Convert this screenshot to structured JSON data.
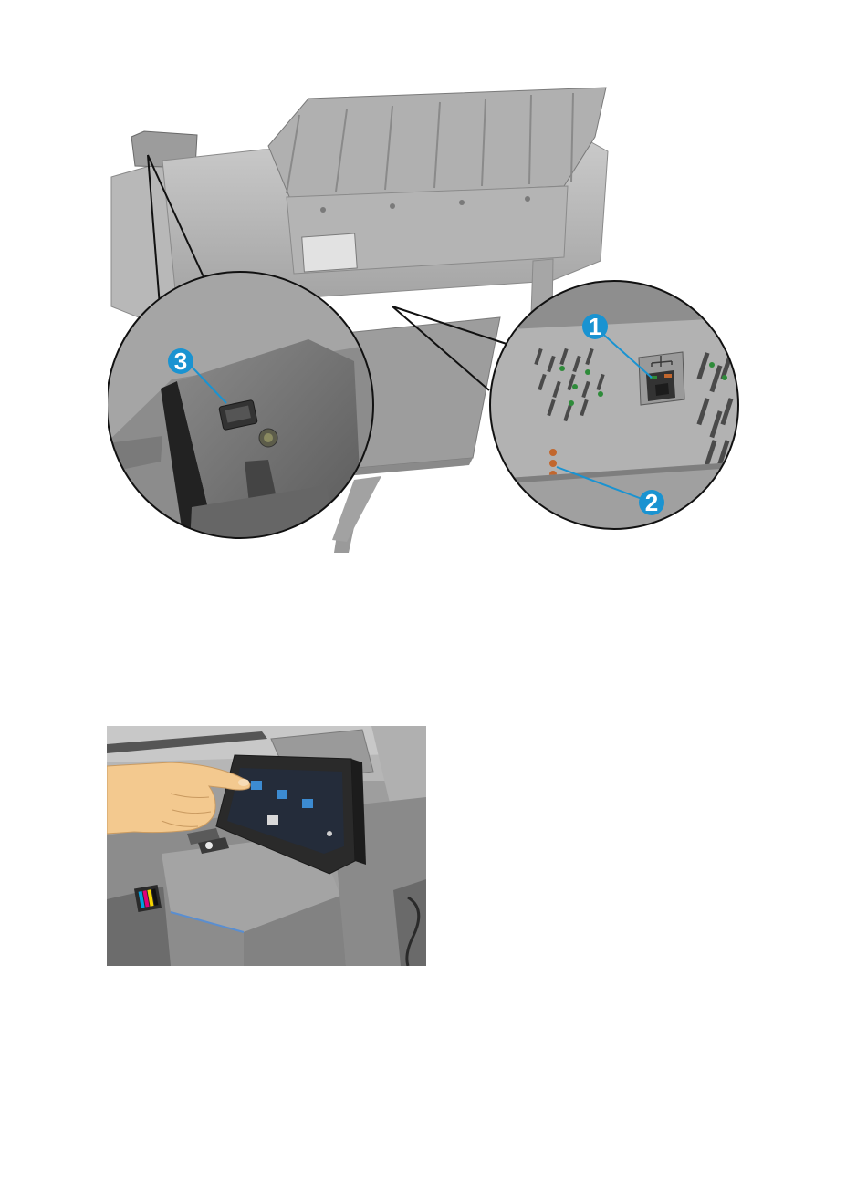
{
  "figures": {
    "rear_view": {
      "callouts": [
        {
          "number": "1",
          "target": "ethernet-port"
        },
        {
          "number": "2",
          "target": "status-leds"
        },
        {
          "number": "3",
          "target": "power-socket"
        }
      ]
    },
    "front_view": {}
  },
  "colors": {
    "callout": "#1a93d1",
    "printer_body": "#b9b9b9",
    "printer_dark": "#5a5a5a",
    "led_green": "#2e8b3a",
    "led_orange": "#c2672e",
    "skin": "#f3c98f"
  }
}
